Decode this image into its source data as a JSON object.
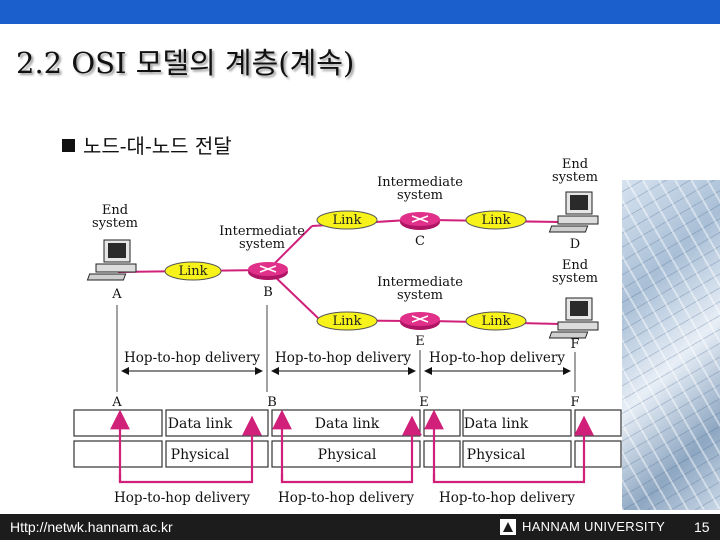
{
  "title": "2.2 OSI 모델의 계층(계속)",
  "bullet": "노드-대-노드 전달",
  "colors": {
    "header_bar": "#1a5fcc",
    "link_ellipse": "#f6f21a",
    "router": "#d0207a",
    "hop_lines": "#d0207a",
    "footer": "#1c1c1c"
  },
  "nodes": {
    "end_system_label": "End system",
    "intermediate_label": "Intermediate system",
    "A": "A",
    "B": "B",
    "C": "C",
    "D": "D",
    "E": "E",
    "F": "F"
  },
  "link_label": "Link",
  "hop_label": "Hop-to-hop delivery",
  "stack": {
    "headers": [
      "A",
      "B",
      "E",
      "F"
    ],
    "data_link": "Data link",
    "physical": "Physical"
  },
  "footer": {
    "url": "Http://netwk.hannam.ac.kr",
    "university": "HANNAM UNIVERSITY",
    "page": "15"
  }
}
